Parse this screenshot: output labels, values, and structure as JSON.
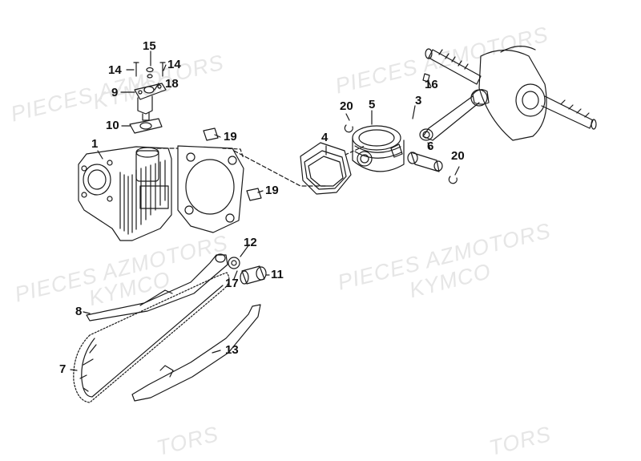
{
  "watermarks": [
    {
      "text": "PIECES AZMOTORS"
    },
    {
      "text": "KYMCO"
    },
    {
      "text": "PIECES AZMOTORS"
    },
    {
      "text": "PIECES AZMOTORS"
    },
    {
      "text": "KYMCO"
    },
    {
      "text": "PIECES AZMOTORS"
    },
    {
      "text": "KYMCO"
    },
    {
      "text": "TORS"
    },
    {
      "text": "TORS"
    }
  ],
  "callouts": [
    {
      "id": "1",
      "part": "cylinder"
    },
    {
      "id": "3",
      "part": "crankshaft"
    },
    {
      "id": "4",
      "part": "piston-ring-set"
    },
    {
      "id": "5",
      "part": "piston"
    },
    {
      "id": "6",
      "part": "piston-pin"
    },
    {
      "id": "7",
      "part": "cam-chain"
    },
    {
      "id": "8",
      "part": "chain-tensioner-slipper"
    },
    {
      "id": "9",
      "part": "tensioner-lifter"
    },
    {
      "id": "10",
      "part": "lifter-gasket"
    },
    {
      "id": "11",
      "part": "tensioner-pivot-bolt"
    },
    {
      "id": "12",
      "part": "pivot-washer"
    },
    {
      "id": "13",
      "part": "chain-guide"
    },
    {
      "id": "14",
      "part": "bolt-left"
    },
    {
      "id": "14",
      "part": "bolt-right"
    },
    {
      "id": "15",
      "part": "sealing-washer"
    },
    {
      "id": "16",
      "part": "woodruff-key"
    },
    {
      "id": "17",
      "part": "o-ring"
    },
    {
      "id": "18",
      "part": "lifter-plug"
    },
    {
      "id": "19",
      "part": "dowel-pin-upper"
    },
    {
      "id": "19",
      "part": "dowel-pin-lower"
    },
    {
      "id": "20",
      "part": "circlip-left"
    },
    {
      "id": "20",
      "part": "circlip-right"
    }
  ],
  "colors": {
    "line": "#1a1a1a",
    "watermark": "#e6e6e6",
    "background": "#ffffff"
  }
}
